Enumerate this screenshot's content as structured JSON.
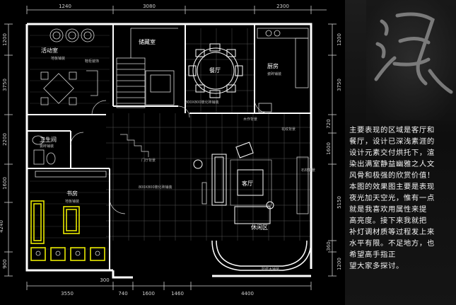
{
  "dimensions": {
    "top": [
      "1240",
      "3080",
      "2300"
    ],
    "bottom": [
      "3550",
      "740",
      "1600",
      "1460",
      "4400"
    ],
    "left": [
      "1200",
      "3750",
      "2200",
      "1600",
      "4240",
      "900"
    ],
    "right": [
      "1200",
      "3750",
      "720",
      "1600",
      "5150",
      "360",
      "1200"
    ],
    "bottom_small": "300"
  },
  "rooms": {
    "activity": "活动室",
    "dining": "餐厅",
    "kitchen": "厨房",
    "storage": "储藏室",
    "bathroom": "卫生间",
    "study": "书房",
    "living": "客厅",
    "leisure": "休闲区"
  },
  "annotations": {
    "floor_wood": "地板铺装",
    "floor_tile": "瓷砖铺装",
    "marble": "800X800玻化砖铺装",
    "marble2": "800X800玻化砖铺装",
    "note_a": "鞋柜装饰",
    "note_b": "木作背景",
    "note_c": "花纹背景",
    "note_d": "门厅背景",
    "note_e": "防腐木铺装",
    "note_f": "石材背景"
  },
  "side_text": [
    "主要表现的区域是客厅和",
    "餐厅，设计已深浅素涯的",
    "设计元素交付烘托下，渲",
    "染出满室静益幽雅之人文",
    "风骨和极强的欣赏价值！",
    "本图的效果图主要是表现",
    "夜光加天空光，惟有一点",
    "就是我喜欢用属性来提",
    "高亮度。接下来我就把",
    "补灯调材质等过程发上来",
    "水平有限。不足地方，也",
    "希望高手指正",
    "望大家多探讨。"
  ],
  "colors": {
    "background": "#000000",
    "wall": "#ffffff",
    "furniture": "#d8d8d8",
    "highlight": "#e8e800",
    "text": "#f2f2f2"
  }
}
